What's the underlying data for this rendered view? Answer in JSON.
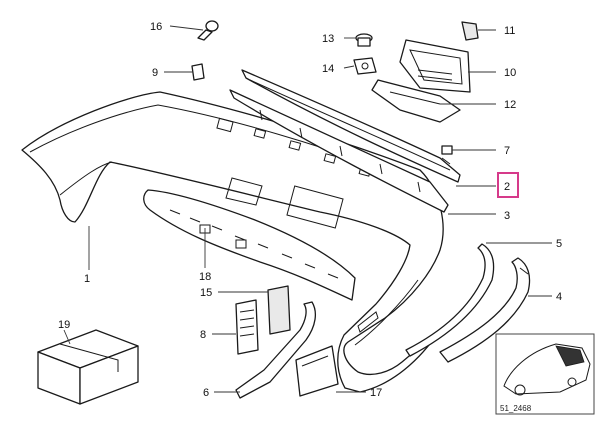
{
  "callouts": {
    "c1": "1",
    "c2": "2",
    "c3": "3",
    "c4": "4",
    "c5": "5",
    "c6": "6",
    "c7": "7",
    "c8": "8",
    "c9": "9",
    "c10": "10",
    "c11": "11",
    "c12": "12",
    "c13": "13",
    "c14": "14",
    "c15": "15",
    "c16": "16",
    "c17": "17",
    "c18": "18",
    "c19": "19"
  },
  "highlighted_callout": "2",
  "highlight_color": "#d63a8a",
  "thumbnail": {
    "code": "51_2468"
  },
  "icons": [
    "car-thumbnail-icon"
  ]
}
